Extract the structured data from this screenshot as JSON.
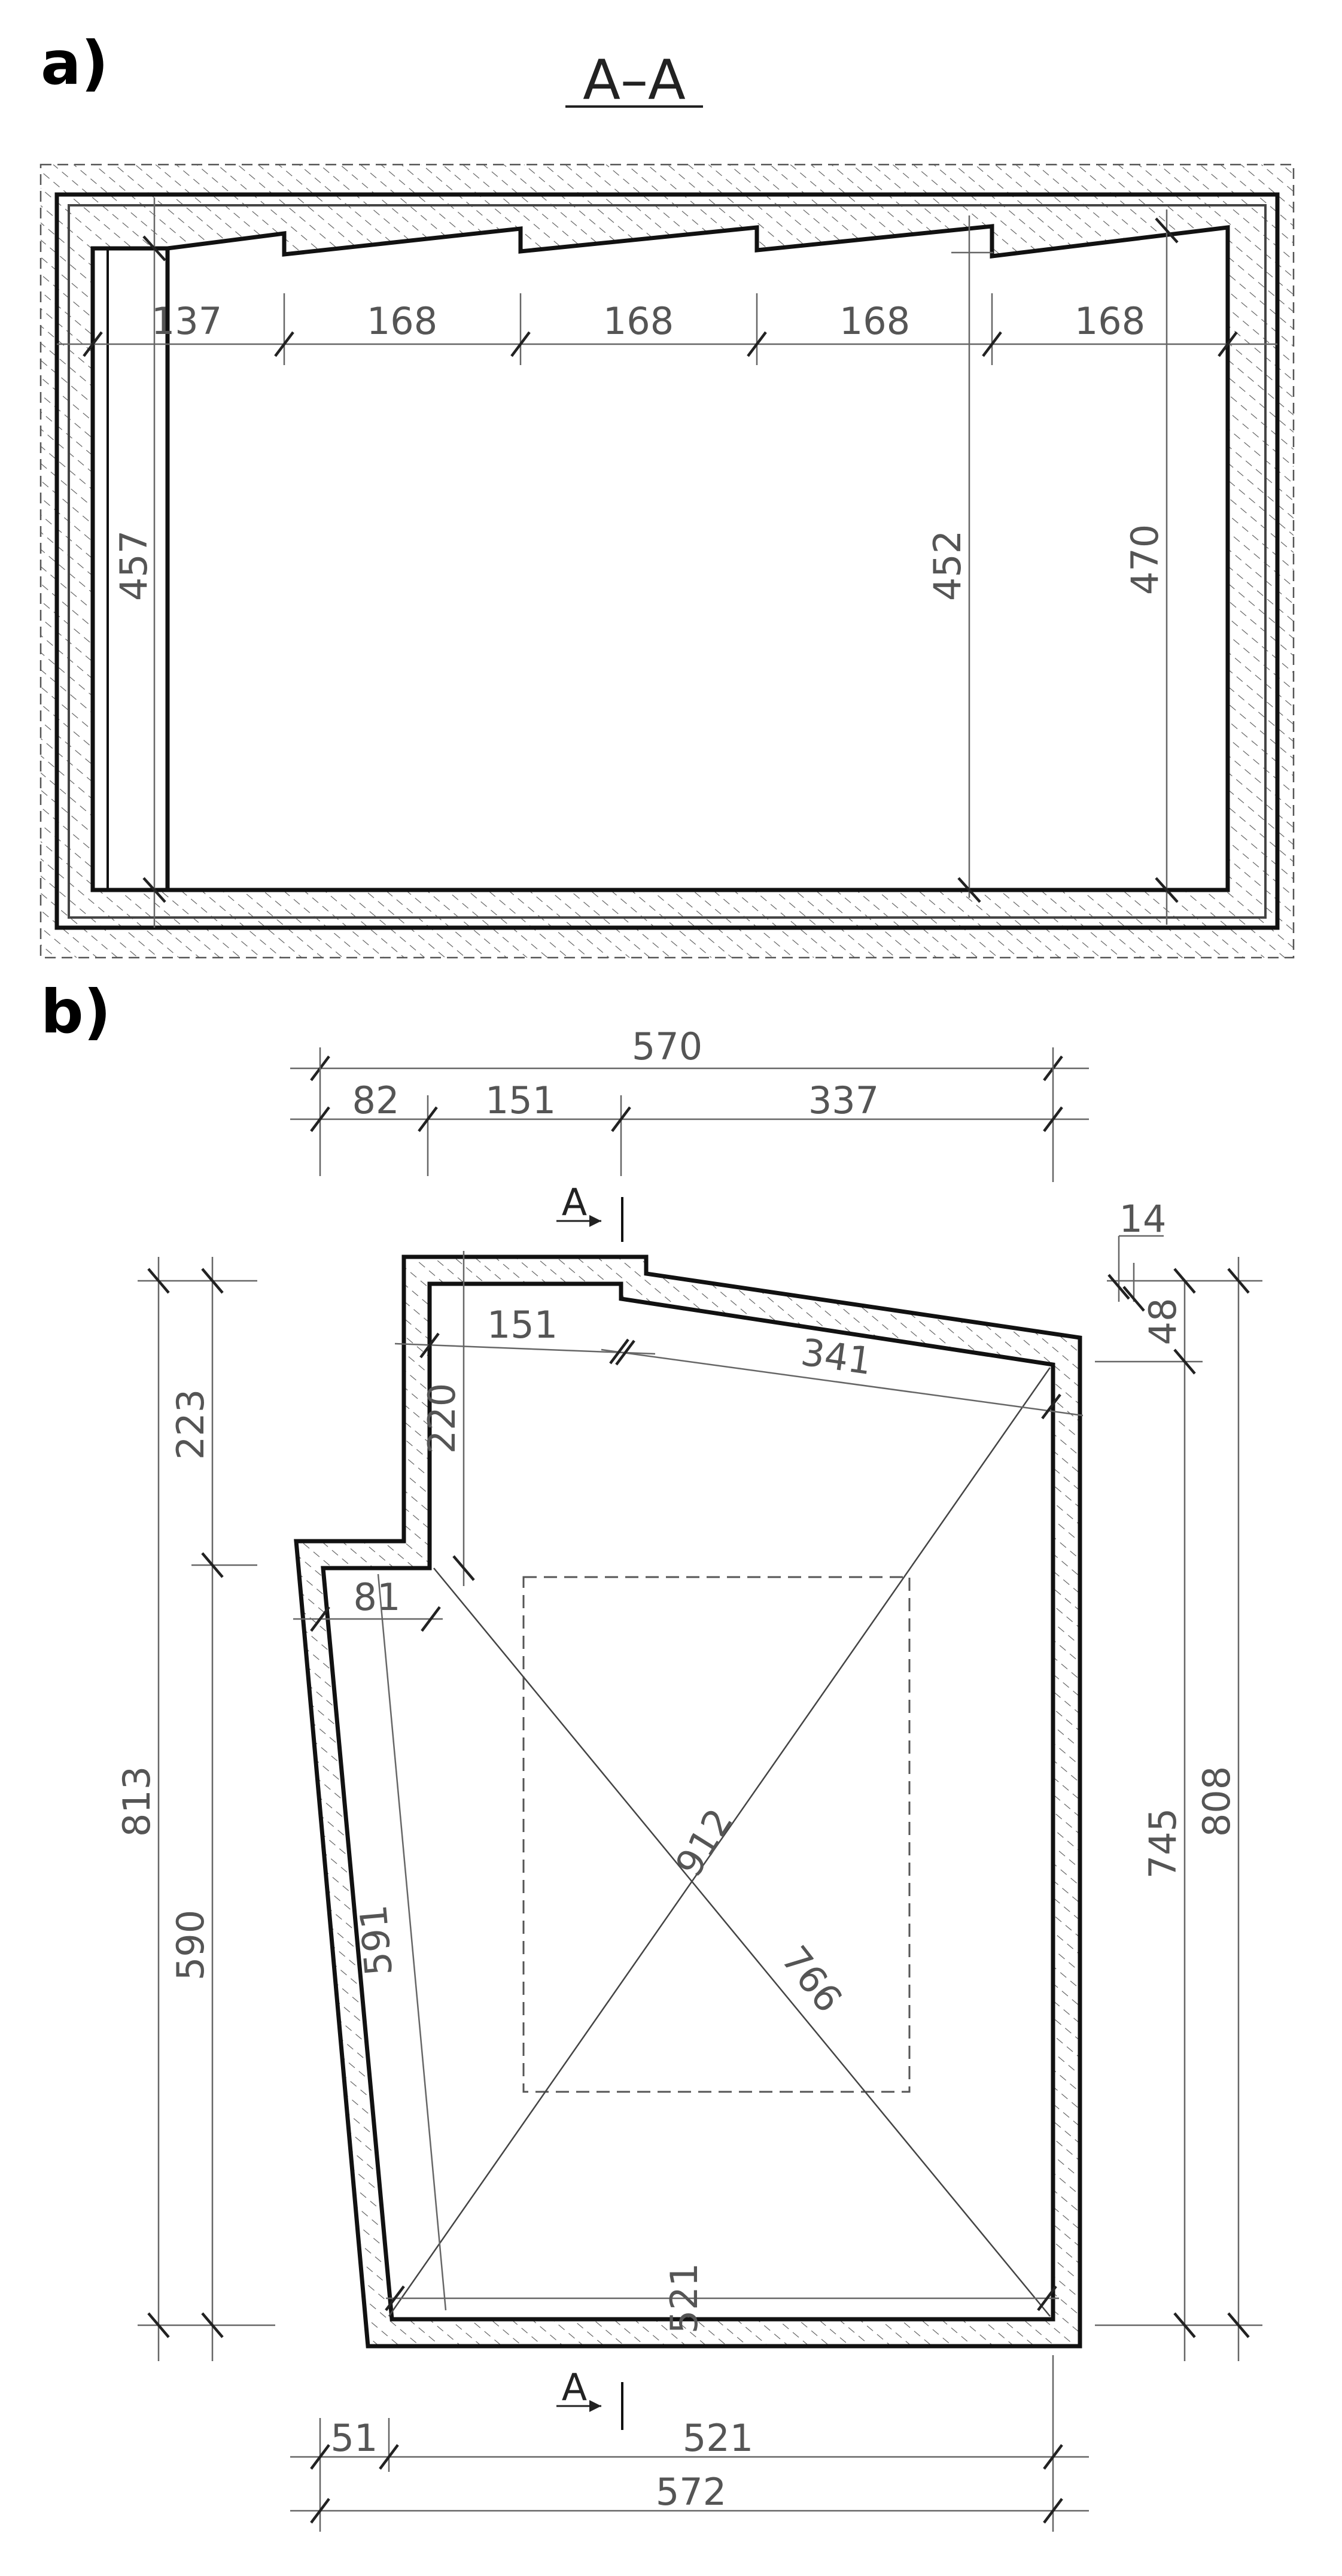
{
  "panel_a": {
    "label": "a)",
    "title": "A–A",
    "dims": {
      "d137": "137",
      "d168_1": "168",
      "d168_2": "168",
      "d168_3": "168",
      "d168_4": "168",
      "d457": "457",
      "d452": "452",
      "d470": "470"
    }
  },
  "panel_b": {
    "label": "b)",
    "section_marker": "A",
    "dims": {
      "d570": "570",
      "d82": "82",
      "d151_top": "151",
      "d337": "337",
      "d14": "14",
      "d48": "48",
      "d151_in": "151",
      "d341": "341",
      "d223": "223",
      "d220": "220",
      "d81": "81",
      "d813": "813",
      "d590": "590",
      "d591": "591",
      "d912": "912",
      "d766": "766",
      "d745": "745",
      "d808": "808",
      "d521_in": "521",
      "d51": "51",
      "d521_bot": "521",
      "d572": "572"
    }
  },
  "colors": {
    "line": "#111111",
    "dimension": "#666666",
    "hatch": "#555555"
  }
}
